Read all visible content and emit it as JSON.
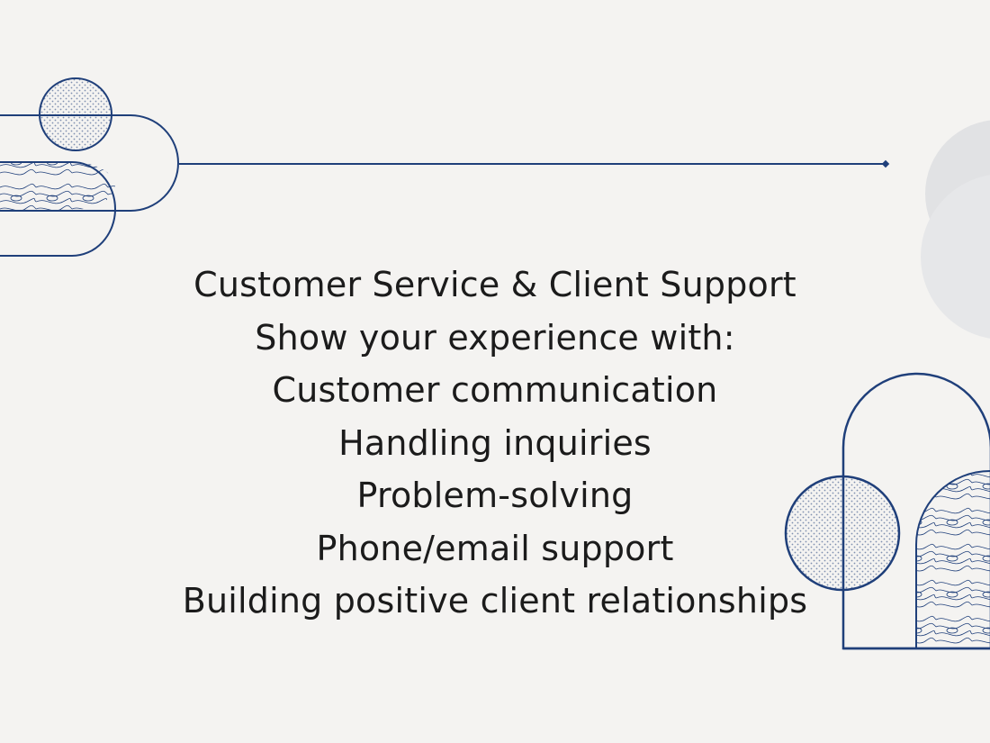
{
  "slide": {
    "title": "Customer Service & Client Support",
    "subtitle": "Show your experience with:",
    "items": [
      "Customer communication",
      "Handling inquiries",
      "Problem-solving",
      "Phone/email support",
      "Building positive client relationships"
    ]
  },
  "colors": {
    "background": "#f4f3f1",
    "accent": "#1f3f7a",
    "text": "#1b1b1b",
    "soft_shape": "#e3e4e6"
  }
}
